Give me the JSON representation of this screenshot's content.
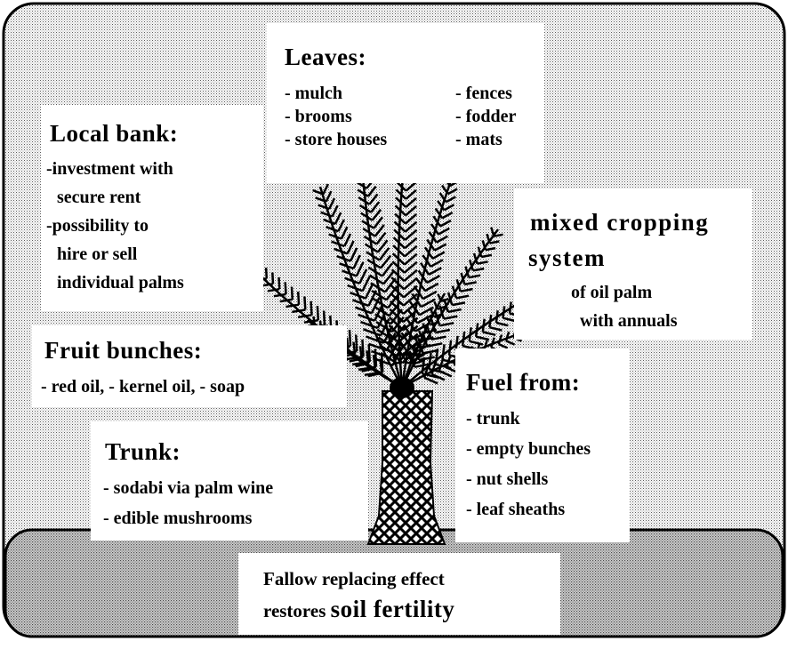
{
  "leaves": {
    "title": "Leaves:",
    "left_items": [
      "- mulch",
      "- brooms",
      "- store houses"
    ],
    "right_items": [
      "- fences",
      "- fodder",
      "- mats"
    ]
  },
  "local_bank": {
    "title": "Local bank:",
    "lines": [
      "-investment with",
      " secure rent",
      "-possibility to",
      " hire or sell",
      " individual palms"
    ]
  },
  "mixed_cropping": {
    "title_line1": "mixed cropping",
    "title_line2": "system",
    "lines": [
      "of oil palm",
      "with annuals"
    ]
  },
  "fruit_bunches": {
    "title": "Fruit bunches:",
    "line": "- red oil, - kernel oil, - soap"
  },
  "fuel": {
    "title": "Fuel from:",
    "items": [
      "- trunk",
      "- empty bunches",
      "- nut shells",
      "- leaf sheaths"
    ]
  },
  "trunk": {
    "title": "Trunk:",
    "items": [
      "- sodabi via palm wine",
      "- edible mushrooms"
    ]
  },
  "fallow": {
    "line1": "Fallow replacing effect",
    "line2_prefix": "restores ",
    "line2_emphasis": "soil fertility"
  }
}
